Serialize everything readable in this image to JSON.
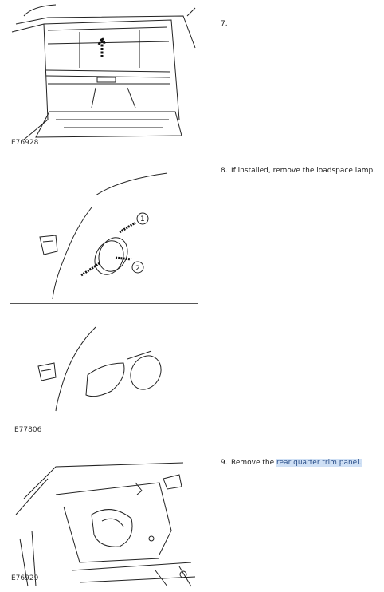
{
  "steps": [
    {
      "number": "7.",
      "text": ""
    },
    {
      "number": "8.",
      "text": "If installed, remove the loadspace lamp."
    },
    {
      "number": "9.",
      "text_before": "Remove the ",
      "link": "rear quarter trim panel.",
      "text_after": ""
    }
  ],
  "figures": [
    {
      "code": "E76928",
      "icon": "tailgate-loadspace-cover-illustration"
    },
    {
      "code": "E77806",
      "icon": "loadspace-lamp-removal-illustration",
      "callouts": [
        "1",
        "2"
      ]
    },
    {
      "code": "E76929",
      "icon": "rear-quarter-trim-panel-illustration"
    }
  ],
  "colors": {
    "link_highlight": "#cfe0f5",
    "link_text": "#2a4f8a"
  }
}
